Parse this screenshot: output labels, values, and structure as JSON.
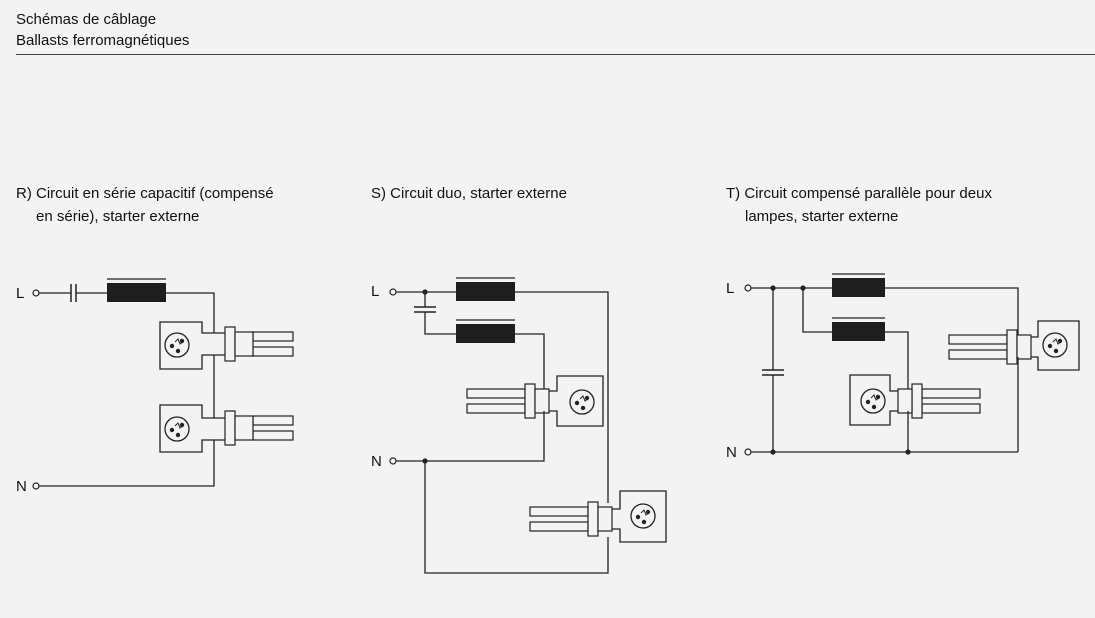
{
  "header": {
    "line1": "Schémas de câblage",
    "line2": "Ballasts ferromagnétiques"
  },
  "circuits": {
    "r": {
      "line1": "R) Circuit en série capacitif (compensé",
      "line2": "en série), starter externe"
    },
    "s": {
      "line1": "S) Circuit duo, starter externe",
      "line2": ""
    },
    "t": {
      "line1": "T) Circuit compensé parallèle pour deux",
      "line2": "lampes, starter externe"
    }
  },
  "terminals": {
    "line": "L",
    "neutral": "N"
  },
  "colors": {
    "ink": "#222222",
    "background": "#f3f3f3",
    "ballast": "#1e1e1e"
  }
}
